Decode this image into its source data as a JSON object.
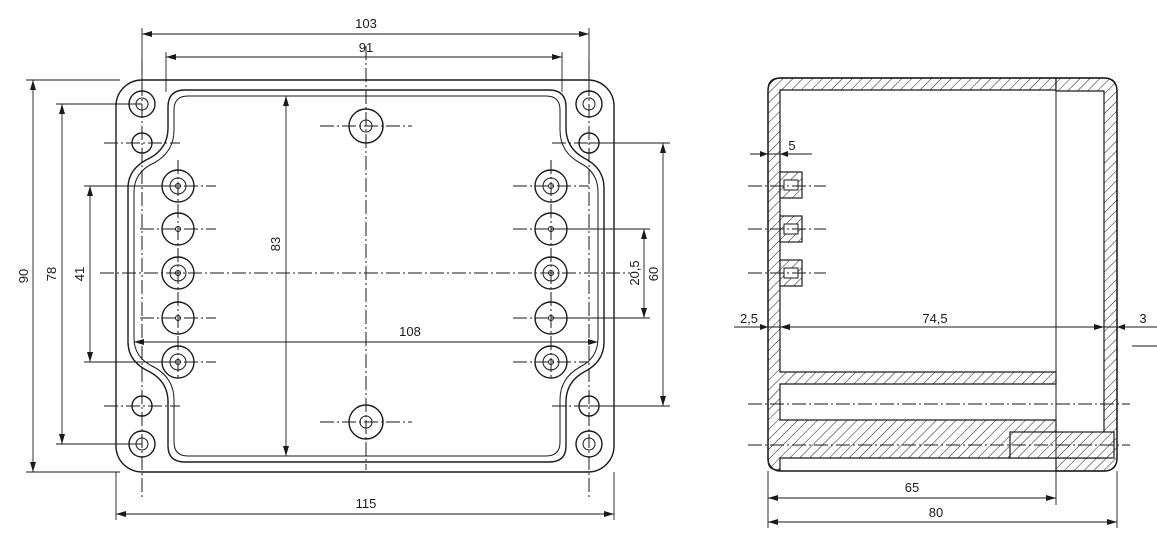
{
  "front_view": {
    "dims": {
      "width_outer": "103",
      "width_inner": "91",
      "height_outer": "90",
      "height_78": "78",
      "height_41": "41",
      "height_83": "83",
      "width_108": "108",
      "height_20_5": "20,5",
      "height_60": "60",
      "width_115": "115"
    }
  },
  "side_view": {
    "dims": {
      "wall_5": "5",
      "left_2_5": "2,5",
      "middle_74_5": "74,5",
      "right_3": "3",
      "bottom_65": "65",
      "bottom_80": "80"
    }
  }
}
